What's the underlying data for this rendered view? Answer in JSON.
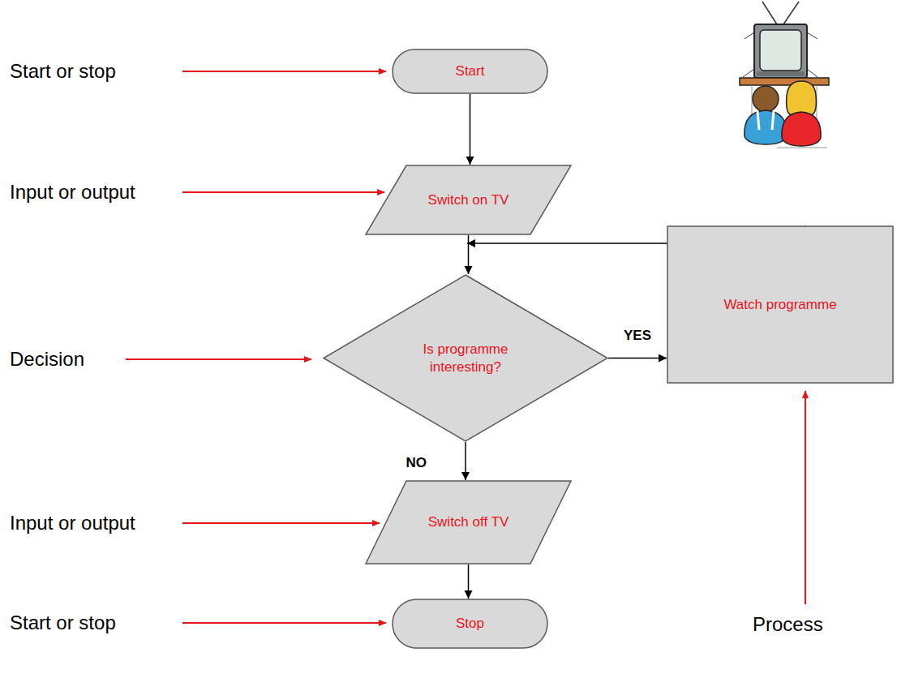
{
  "diagram": {
    "nodes": [
      {
        "text": [
          "Start"
        ]
      },
      {
        "text": [
          "Switch on TV"
        ]
      },
      {
        "text": [
          "Is programme interesting?"
        ]
      },
      {
        "text": [
          "Watch programme"
        ]
      },
      {
        "text": [
          "Switch off TV"
        ]
      },
      {
        "text": [
          "Stop"
        ]
      }
    ],
    "edges": [
      {
        "from": 0,
        "to": 1,
        "arrow": "to"
      },
      {
        "from": 1,
        "to": 2,
        "arrow": "to"
      },
      {
        "from": 2,
        "to": 3,
        "label": "YES",
        "arrow": "to"
      },
      {
        "from": 3,
        "to": 2,
        "arrow": "to"
      },
      {
        "from": 2,
        "to": 4,
        "label": "NO",
        "arrow": "to"
      },
      {
        "from": 4,
        "to": 5,
        "arrow": "to"
      }
    ],
    "labels": [
      "Start or stop",
      "Input or output",
      "Decision",
      "Input or output",
      "Start or stop",
      "Process"
    ]
  }
}
